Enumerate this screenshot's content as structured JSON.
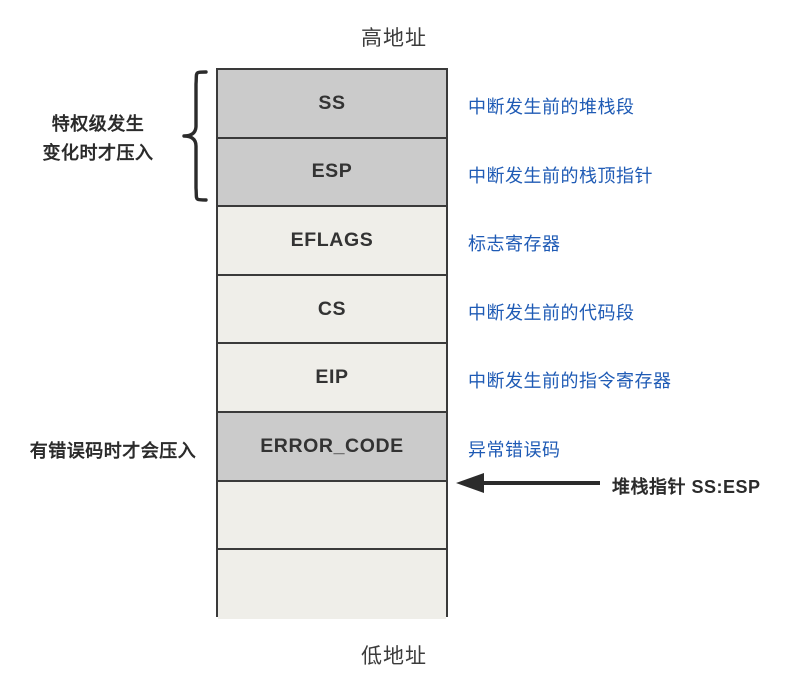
{
  "diagram": {
    "title_top": "高地址",
    "title_bottom": "低地址",
    "accent_blue": "#1f5bb5",
    "fill_gray": "#cbcbcb",
    "fill_light": "#efeee9",
    "border_dark": "#3a3a3a"
  },
  "stack": {
    "slots": [
      {
        "label": "SS",
        "fill": "gray",
        "note": "中断发生前的堆栈段"
      },
      {
        "label": "ESP",
        "fill": "gray",
        "note": "中断发生前的栈顶指针"
      },
      {
        "label": "EFLAGS",
        "fill": "light",
        "note": "标志寄存器"
      },
      {
        "label": "CS",
        "fill": "light",
        "note": "中断发生前的代码段"
      },
      {
        "label": "EIP",
        "fill": "light",
        "note": "中断发生前的指令寄存器"
      },
      {
        "label": "ERROR_CODE",
        "fill": "gray",
        "note": "异常错误码"
      },
      {
        "label": "",
        "fill": "light",
        "note": ""
      },
      {
        "label": "",
        "fill": "light",
        "note": ""
      }
    ]
  },
  "annotations": {
    "privilege_brace_label": "特权级发生\n变化时才压入",
    "privilege_brace_label_line1": "特权级发生",
    "privilege_brace_label_line2": "变化时才压入",
    "error_code_label": "有错误码时才会压入",
    "stack_pointer_label": "堆栈指针 SS:ESP"
  }
}
